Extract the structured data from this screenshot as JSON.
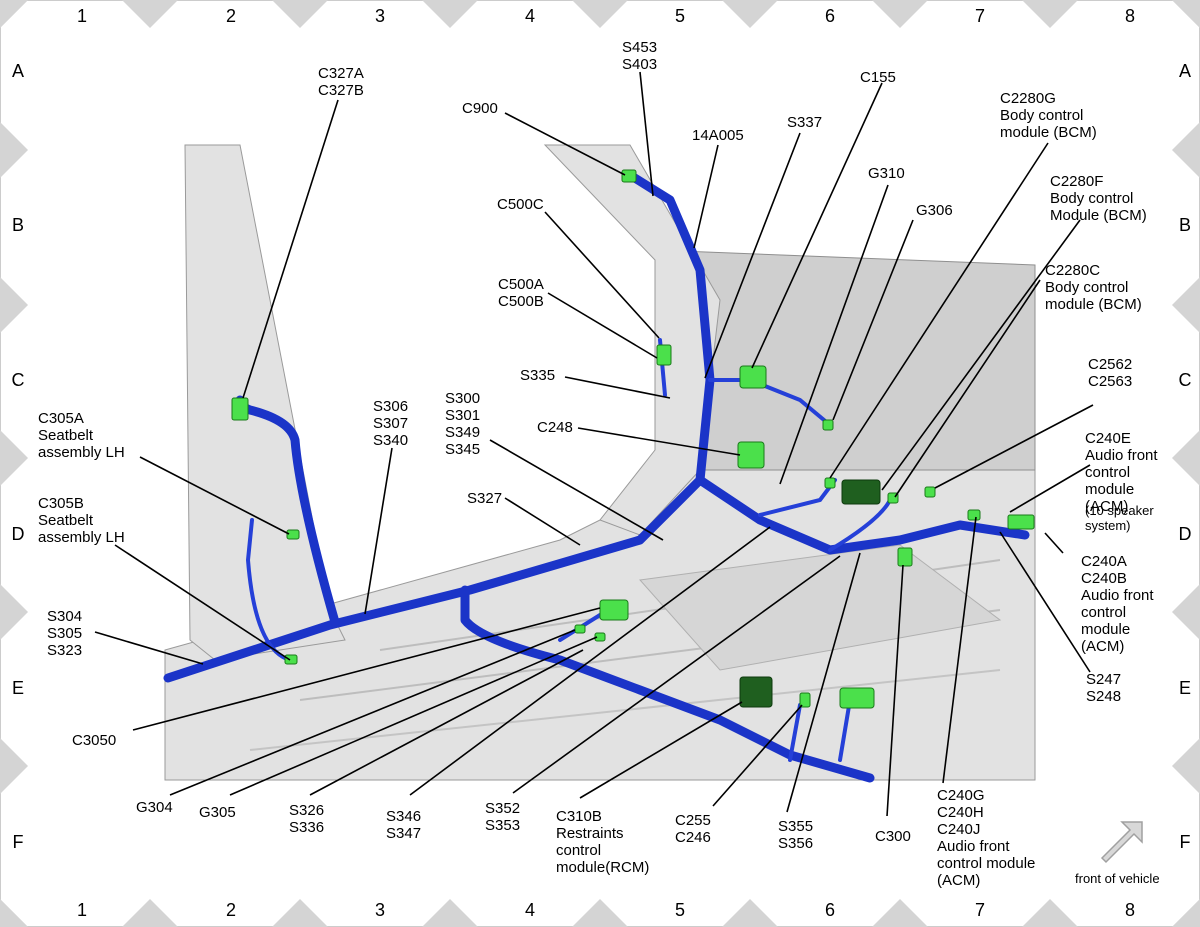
{
  "grid": {
    "columns": [
      "1",
      "2",
      "3",
      "4",
      "5",
      "6",
      "7",
      "8"
    ],
    "rows": [
      "A",
      "B",
      "C",
      "D",
      "E",
      "F"
    ]
  },
  "labels": {
    "c327": [
      "C327A",
      "C327B"
    ],
    "s453": [
      "S453",
      "S403"
    ],
    "c900": [
      "C900"
    ],
    "a14005": [
      "14A005"
    ],
    "s337": [
      "S337"
    ],
    "c155": [
      "C155"
    ],
    "c2280g": [
      "C2280G",
      "Body control",
      "module (BCM)"
    ],
    "g310": [
      "G310"
    ],
    "g306": [
      "G306"
    ],
    "c2280f": [
      "C2280F",
      "Body control",
      "Module (BCM)"
    ],
    "c500c": [
      "C500C"
    ],
    "c2280c": [
      "C2280C",
      "Body control",
      "module (BCM)"
    ],
    "c500a": [
      "C500A",
      "C500B"
    ],
    "s335": [
      "S335"
    ],
    "c2562": [
      "C2562",
      "C2563"
    ],
    "c305a": [
      "C305A",
      "Seatbelt",
      "assembly LH"
    ],
    "s306": [
      "S306",
      "S307",
      "S340"
    ],
    "s300": [
      "S300",
      "S301",
      "S349",
      "S345"
    ],
    "c248": [
      "C248"
    ],
    "c240e": [
      "C240E",
      "Audio front",
      "control",
      "module",
      "(ACM)"
    ],
    "c240e_note": [
      "(10 speaker",
      "system)"
    ],
    "s327": [
      "S327"
    ],
    "c305b": [
      "C305B",
      "Seatbelt",
      "assembly LH"
    ],
    "c240a": [
      "C240A",
      "C240B",
      "Audio front",
      "control",
      "module",
      "(ACM)"
    ],
    "s304": [
      "S304",
      "S305",
      "S323"
    ],
    "s247": [
      "S247",
      "S248"
    ],
    "c3050": [
      "C3050"
    ],
    "g304": [
      "G304"
    ],
    "g305": [
      "G305"
    ],
    "s326": [
      "S326",
      "S336"
    ],
    "s346": [
      "S346",
      "S347"
    ],
    "s352": [
      "S352",
      "S353"
    ],
    "c310b": [
      "C310B",
      "Restraints",
      "control",
      "module(RCM)"
    ],
    "c255": [
      "C255",
      "C246"
    ],
    "s355": [
      "S355",
      "S356"
    ],
    "c300": [
      "C300"
    ],
    "c240g": [
      "C240G",
      "C240H",
      "C240J",
      "Audio front",
      "control module",
      "(ACM)"
    ]
  },
  "compass": {
    "caption": "front of vehicle"
  },
  "colors": {
    "harness": "#1b34c8",
    "connector": "#4be04b",
    "body": "#e2e2e2"
  }
}
